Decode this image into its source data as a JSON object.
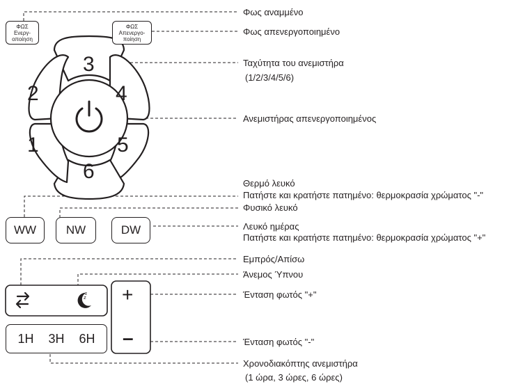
{
  "buttons": {
    "light_on": {
      "line1": "ΦΩΣ",
      "line2": "Ενεργ-",
      "line3": "οποίηση"
    },
    "light_off": {
      "line1": "ΦΩΣ",
      "line2": "Απενεργο-",
      "line3": "ποίηση"
    },
    "speeds": [
      "1",
      "2",
      "3",
      "4",
      "5",
      "6"
    ],
    "ww": "WW",
    "nw": "NW",
    "dw": "DW",
    "plus": "+",
    "minus": "–",
    "timers": [
      "1H",
      "3H",
      "6H"
    ]
  },
  "icons": {
    "power": "power-icon",
    "direction": "reverse-arrows-icon",
    "sleep": "moon-sleep-icon"
  },
  "labels": {
    "light_on": "Φως αναμμένο",
    "light_off": "Φως απενεργοποιημένο",
    "fan_speed": "Ταχύτητα του ανεμιστήρα",
    "fan_speed_values": "(1/2/3/4/5/6)",
    "fan_off": "Ανεμιστήρας απενεργοποιημένος",
    "warm_white": "Θερμό λευκό",
    "warm_white_hold": "Πατήστε και κρατήστε πατημένο: θερμοκρασία χρώματος \"-\"",
    "natural_white": "Φυσικό λευκό",
    "day_white": "Λευκό ημέρας",
    "day_white_hold": "Πατήστε και κρατήστε πατημένο: θερμοκρασία χρώματος \"+\"",
    "forward_reverse": "Εμπρός/Απίσω",
    "sleep_wind": "Άνεμος Ύπνου",
    "brightness_up": "Ένταση φωτός \"+\"",
    "brightness_down": "Ένταση φωτός \"-\"",
    "timer": "Χρονοδιακόπτης ανεμιστήρα",
    "timer_values": "(1 ώρα, 3 ώρες, 6 ώρες)"
  }
}
